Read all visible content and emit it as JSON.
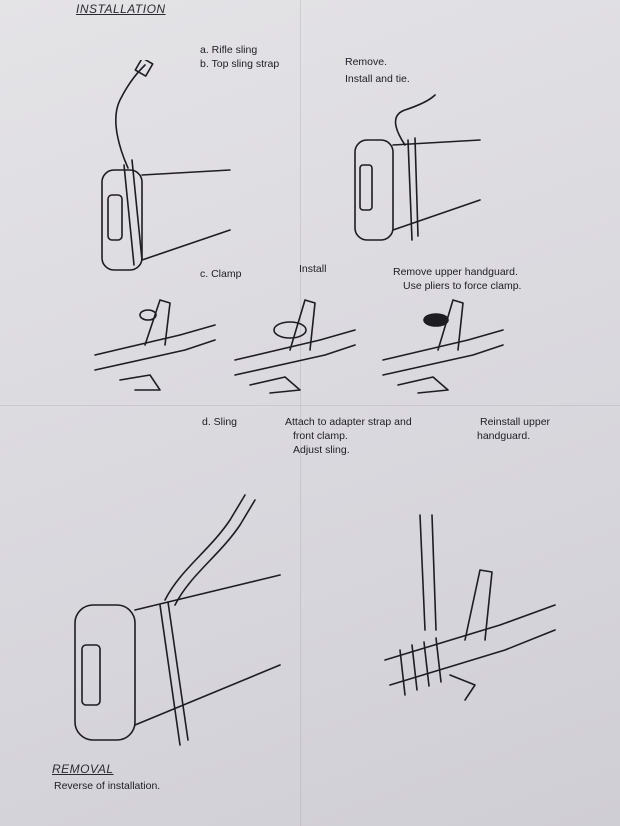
{
  "installation": {
    "heading": "INSTALLATION",
    "step_ab": {
      "a": "a. Rifle sling",
      "b": "b. Top sling strap",
      "remove": "Remove.",
      "install": "Install and tie."
    },
    "step_c": {
      "label": "c. Clamp",
      "install": "Install",
      "remove_line1": "Remove upper handguard.",
      "remove_line2": "Use pliers to force clamp."
    },
    "step_d": {
      "label": "d. Sling",
      "attach_line1": "Attach to adapter strap and",
      "attach_line2": "front clamp.",
      "attach_line3": "Adjust sling.",
      "reinstall_line1": "Reinstall upper",
      "reinstall_line2": "handguard."
    }
  },
  "removal": {
    "heading": "REMOVAL",
    "text": "Reverse of installation."
  }
}
